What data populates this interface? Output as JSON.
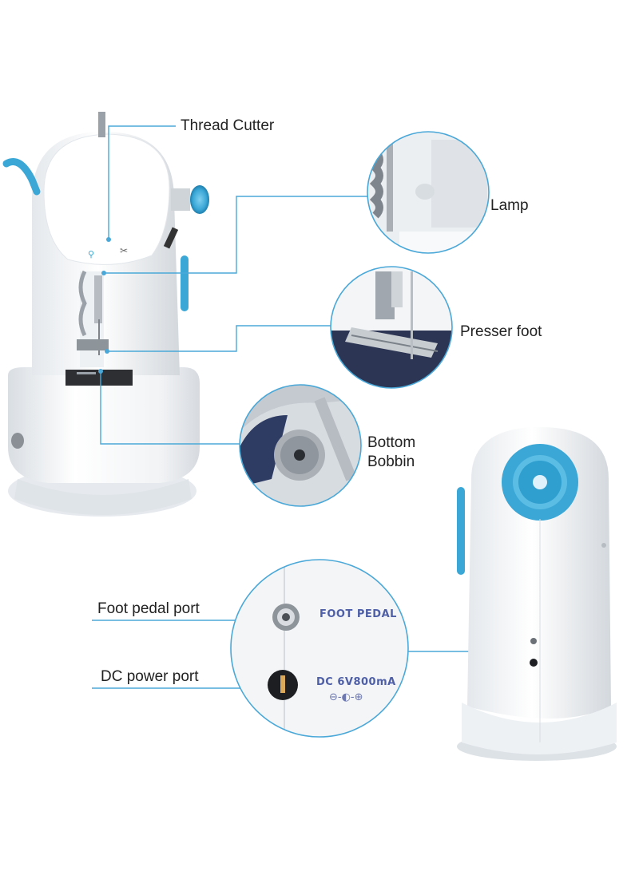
{
  "labels": {
    "thread_cutter": "Thread Cutter",
    "lamp": "Lamp",
    "presser_foot": "Presser foot",
    "bottom_bobbin_line1": "Bottom",
    "bottom_bobbin_line2": "Bobbin",
    "foot_pedal_port": "Foot pedal port",
    "dc_power_port": "DC power port"
  },
  "port_panel": {
    "foot_pedal_text": "FOOT PEDAL",
    "dc_text": "DC 6V800mA",
    "polarity": "⊖-◐-⊕"
  },
  "colors": {
    "accent_blue": "#3aa7d6",
    "callout_ring": "#4aa8d8",
    "machine_white": "#f7f9fb"
  }
}
